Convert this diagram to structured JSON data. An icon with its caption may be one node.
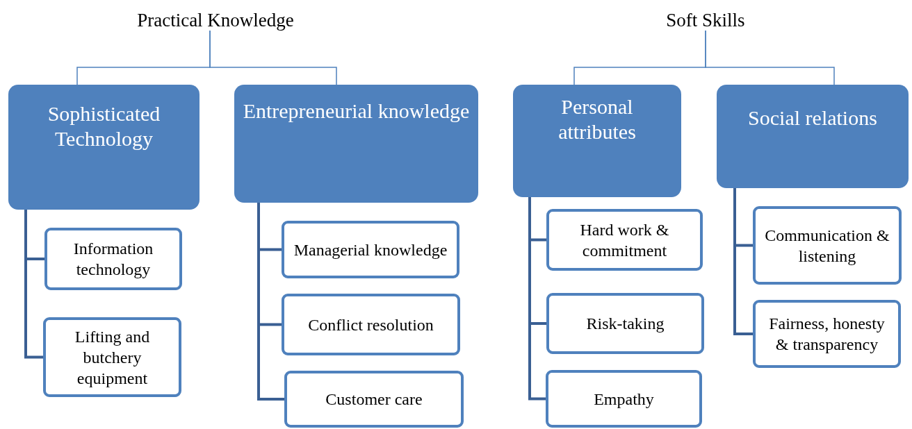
{
  "diagram": {
    "nodes": [
      {
        "text": [
          "Practical Knowledge"
        ]
      },
      {
        "text": [
          "Sophisticated Technology"
        ]
      },
      {
        "text": [
          "Information technology"
        ]
      },
      {
        "text": [
          "Lifting and butchery equipment"
        ]
      },
      {
        "text": [
          "Entrepreneurial knowledge"
        ]
      },
      {
        "text": [
          "Managerial knowledge"
        ]
      },
      {
        "text": [
          "Conflict resolution"
        ]
      },
      {
        "text": [
          "Customer care"
        ]
      },
      {
        "text": [
          "Soft Skills"
        ]
      },
      {
        "text": [
          "Personal attributes"
        ]
      },
      {
        "text": [
          "Hard work & commitment"
        ]
      },
      {
        "text": [
          "Risk-taking"
        ]
      },
      {
        "text": [
          "Empathy"
        ]
      },
      {
        "text": [
          "Social relations"
        ]
      },
      {
        "text": [
          "Communication & listening"
        ]
      },
      {
        "text": [
          "Fairness, honesty & transparency"
        ]
      }
    ],
    "edges": [
      {
        "from": 0,
        "to": 1,
        "arrow": "none",
        "color": "#4f81bd"
      },
      {
        "from": 0,
        "to": 4,
        "arrow": "none",
        "color": "#4f81bd"
      },
      {
        "from": 1,
        "to": 2,
        "arrow": "none"
      },
      {
        "from": 1,
        "to": 3,
        "arrow": "none"
      },
      {
        "from": 4,
        "to": 5,
        "arrow": "none"
      },
      {
        "from": 4,
        "to": 6,
        "arrow": "none"
      },
      {
        "from": 4,
        "to": 7,
        "arrow": "none"
      },
      {
        "from": 8,
        "to": 9,
        "arrow": "none",
        "color": "#4f81bd"
      },
      {
        "from": 8,
        "to": 13,
        "arrow": "none",
        "color": "#4f81bd"
      },
      {
        "from": 9,
        "to": 10,
        "arrow": "none"
      },
      {
        "from": 9,
        "to": 11,
        "arrow": "none"
      },
      {
        "from": 9,
        "to": 12,
        "arrow": "none"
      },
      {
        "from": 13,
        "to": 14,
        "arrow": "none"
      },
      {
        "from": 13,
        "to": 15,
        "arrow": "none"
      }
    ]
  }
}
